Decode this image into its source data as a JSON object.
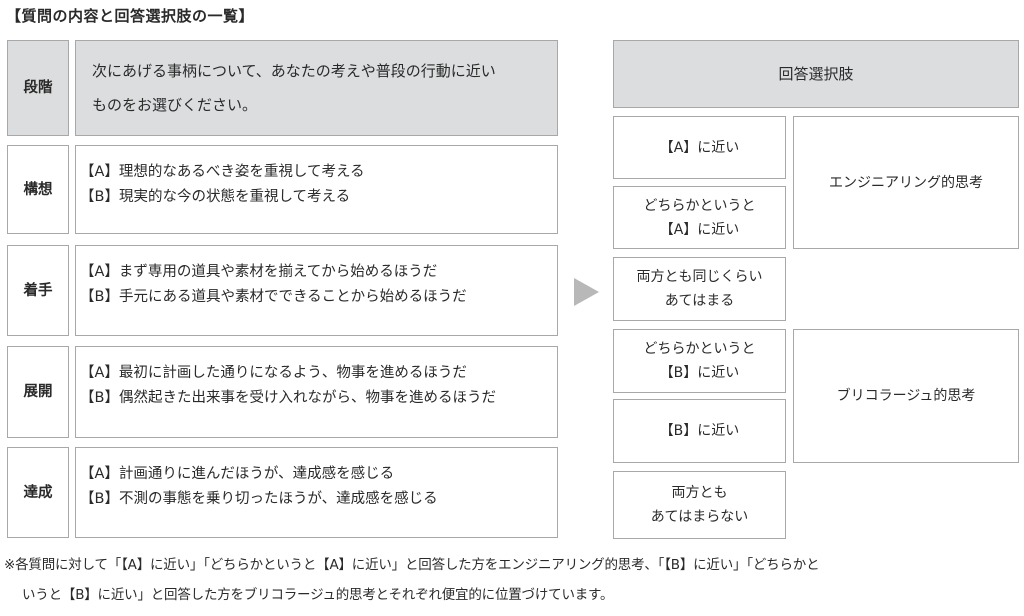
{
  "title": "【質問の内容と回答選択肢の一覧】",
  "questions": {
    "stage_header": "段階",
    "prompt_line1": "次にあげる事柄について、あなたの考えや普段の行動に近い",
    "prompt_line2": "ものをお選びください。",
    "rows": [
      {
        "stage": "構想",
        "a": "【A】理想的なあるべき姿を重視して考える",
        "b": "【B】現実的な今の状態を重視して考える"
      },
      {
        "stage": "着手",
        "a": "【A】まず専用の道具や素材を揃えてから始めるほうだ",
        "b": "【B】手元にある道具や素材でできることから始めるほうだ"
      },
      {
        "stage": "展開",
        "a": "【A】最初に計画した通りになるよう、物事を進めるほうだ",
        "b": "【B】偶然起きた出来事を受け入れながら、物事を進めるほうだ"
      },
      {
        "stage": "達成",
        "a": "【A】計画通りに進んだほうが、達成感を感じる",
        "b": "【B】不測の事態を乗り切ったほうが、達成感を感じる"
      }
    ]
  },
  "answers": {
    "header": "回答選択肢",
    "options": [
      {
        "line1": "【A】に近い",
        "line2": ""
      },
      {
        "line1": "どちらかというと",
        "line2": "【A】に近い"
      },
      {
        "line1": "両方とも同じくらい",
        "line2": "あてはまる"
      },
      {
        "line1": "どちらかというと",
        "line2": "【B】に近い"
      },
      {
        "line1": "【B】に近い",
        "line2": ""
      },
      {
        "line1": "両方とも",
        "line2": "あてはまらない"
      }
    ],
    "group_engineering": "エンジニアリング的思考",
    "group_bricolage": "ブリコラージュ的思考"
  },
  "footnote": {
    "line1": "※各質問に対して「【A】に近い」「どちらかというと【A】に近い」と回答した方をエンジニアリング的思考、「【B】に近い」「どちらかと",
    "line2": "いうと【B】に近い」と回答した方をブリコラージュ的思考とそれぞれ便宜的に位置づけています。"
  }
}
